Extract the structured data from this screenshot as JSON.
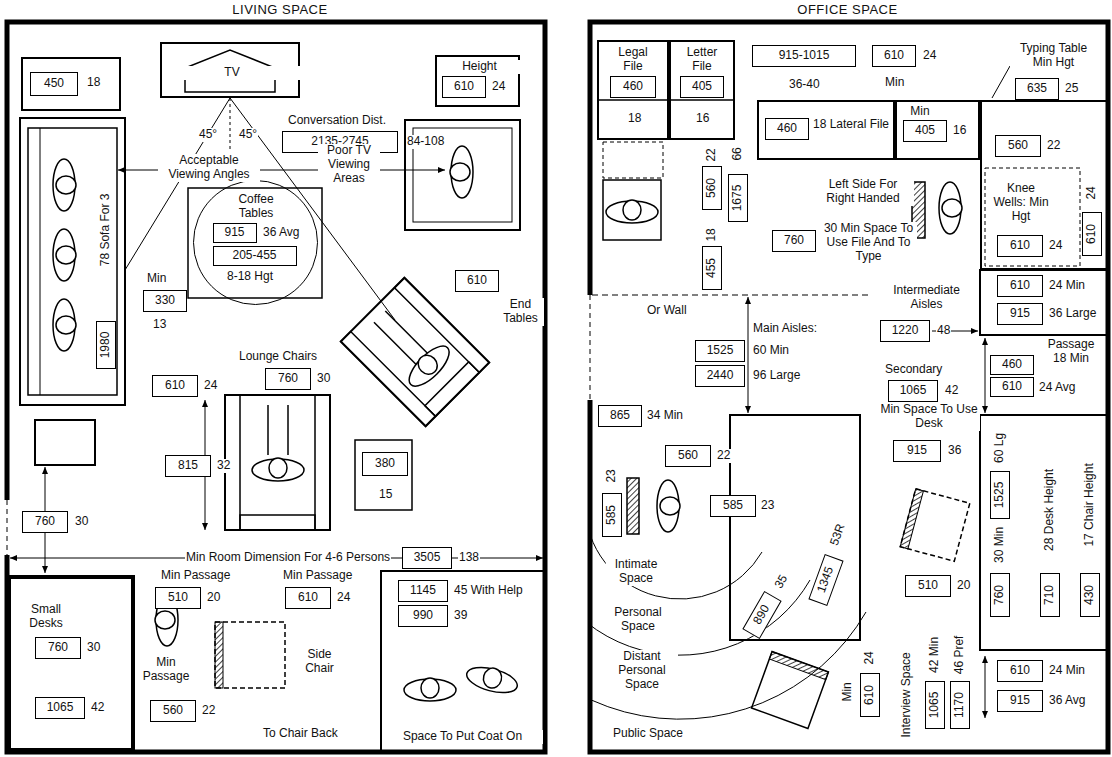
{
  "diagram": {
    "nodes": [
      {
        "text": [
          "LIVING SPACE"
        ]
      },
      {
        "text": [
          "TV"
        ],
        "in": 0
      },
      {
        "text": [
          "450"
        ],
        "in": 0
      },
      {
        "text": [
          "Height"
        ],
        "in": 0
      },
      {
        "text": [
          "610"
        ],
        "in": 3
      },
      {
        "text": [
          "2135-2745"
        ],
        "in": 0
      },
      {
        "text": [
          "Coffee Tables"
        ],
        "in": 0
      },
      {
        "text": [
          "915"
        ],
        "in": 6
      },
      {
        "text": [
          "205-455"
        ],
        "in": 6
      },
      {
        "text": [
          "1980"
        ],
        "in": 0
      },
      {
        "text": [
          "330"
        ],
        "in": 0
      },
      {
        "text": [
          "610"
        ],
        "in": 0
      },
      {
        "text": [
          "610"
        ],
        "in": 0
      },
      {
        "text": [
          "760"
        ],
        "in": 0
      },
      {
        "text": [
          "815"
        ],
        "in": 0
      },
      {
        "text": [
          "380"
        ],
        "in": 0
      },
      {
        "text": [
          "760"
        ],
        "in": 0
      },
      {
        "text": [
          "3505"
        ],
        "in": 0
      },
      {
        "text": [
          "Small Desks"
        ],
        "in": 0
      },
      {
        "text": [
          "760"
        ],
        "in": 18
      },
      {
        "text": [
          "1065"
        ],
        "in": 18
      },
      {
        "text": [
          "510"
        ],
        "in": 0
      },
      {
        "text": [
          "610"
        ],
        "in": 0
      },
      {
        "text": [
          "Space To Put Coat On"
        ],
        "in": 0
      },
      {
        "text": [
          "1145"
        ],
        "in": 23
      },
      {
        "text": [
          "990"
        ],
        "in": 23
      },
      {
        "text": [
          "560"
        ],
        "in": 0
      },
      {
        "text": [
          "OFFICE SPACE"
        ]
      },
      {
        "text": [
          "Legal File"
        ],
        "in": 27
      },
      {
        "text": [
          "460"
        ],
        "in": 28
      },
      {
        "text": [
          "Letter File"
        ],
        "in": 27
      },
      {
        "text": [
          "405"
        ],
        "in": 30
      },
      {
        "text": [
          "915-1015"
        ],
        "in": 27
      },
      {
        "text": [
          "610"
        ],
        "in": 27
      },
      {
        "text": [
          "635"
        ],
        "in": 27
      },
      {
        "text": [
          "18 Lateral File"
        ],
        "in": 27
      },
      {
        "text": [
          "460"
        ],
        "in": 35
      },
      {
        "text": [
          "Min"
        ],
        "in": 27
      },
      {
        "text": [
          "405"
        ],
        "in": 37
      },
      {
        "text": [
          "Knee Wells: Min Hgt"
        ],
        "in": 27
      },
      {
        "text": [
          "560"
        ],
        "in": 39
      },
      {
        "text": [
          "610"
        ],
        "in": 39
      },
      {
        "text": [
          "610"
        ],
        "in": 39
      },
      {
        "text": [
          "560"
        ],
        "in": 27
      },
      {
        "text": [
          "1675"
        ],
        "in": 27
      },
      {
        "text": [
          "455"
        ],
        "in": 27
      },
      {
        "text": [
          "760"
        ],
        "in": 27
      },
      {
        "text": [
          "610"
        ],
        "in": 27
      },
      {
        "text": [
          "915"
        ],
        "in": 27
      },
      {
        "text": [
          "1220"
        ],
        "in": 27
      },
      {
        "text": [
          "1525"
        ],
        "in": 27
      },
      {
        "text": [
          "2440"
        ],
        "in": 27
      },
      {
        "text": [
          "1065"
        ],
        "in": 27
      },
      {
        "text": [
          "460"
        ],
        "in": 27
      },
      {
        "text": [
          "610"
        ],
        "in": 27
      },
      {
        "text": [
          "865"
        ],
        "in": 27
      },
      {
        "text": [
          "915"
        ],
        "in": 27
      },
      {
        "text": [
          "560"
        ],
        "in": 27
      },
      {
        "text": [
          "585"
        ],
        "in": 27
      },
      {
        "text": [
          "585"
        ],
        "in": 27
      },
      {
        "text": [
          "890"
        ],
        "in": 27
      },
      {
        "text": [
          "1345"
        ],
        "in": 27
      },
      {
        "text": [
          "1525"
        ],
        "in": 27
      },
      {
        "text": [
          "760"
        ],
        "in": 27
      },
      {
        "text": [
          "710"
        ],
        "in": 27
      },
      {
        "text": [
          "430"
        ],
        "in": 27
      },
      {
        "text": [
          "510"
        ],
        "in": 27
      },
      {
        "text": [
          "610"
        ],
        "in": 27
      },
      {
        "text": [
          "1065"
        ],
        "in": 27
      },
      {
        "text": [
          "1170"
        ],
        "in": 27
      },
      {
        "text": [
          "610"
        ],
        "in": 27
      },
      {
        "text": [
          "915"
        ],
        "in": 27
      }
    ],
    "labels": [
      "18",
      "24",
      "Conversation Dist.",
      "84-108",
      "45°",
      "45°",
      "Acceptable Viewing Angles",
      "Poor TV Viewing Areas",
      "36 Avg",
      "8-18 Hgt",
      "78 Sofa For 3",
      "Min",
      "13",
      "End Tables",
      "Lounge Chairs",
      "24",
      "30",
      "32",
      "15",
      "30",
      "Min Room Dimension For 4-6 Persons",
      "138",
      "Min Passage",
      "20",
      "Min Passage",
      "24",
      "45 With Help",
      "39",
      "30",
      "42",
      "Min Passage",
      "Side Chair",
      "22",
      "To Chair Back",
      "18",
      "16",
      "36-40",
      "24",
      "Min",
      "Typing Table Min Hgt",
      "25",
      "22",
      "66",
      "18",
      "16",
      "Left Side For Right Handed",
      "30 Min Space To Use File And To Type",
      "Intermediate Aisles",
      "48",
      "22",
      "24",
      "24",
      "24 Min",
      "36 Large",
      "Or Wall",
      "Main Aisles:",
      "60 Min",
      "96 Large",
      "Secondary",
      "42",
      "Passage 18 Min",
      "24 Avg",
      "34 Min",
      "Min Space To Use Desk",
      "36",
      "22",
      "23",
      "23",
      "35",
      "53R",
      "Intimate Space",
      "Personal Space",
      "Distant Personal Space",
      "Public Space",
      "60 Lg",
      "30 Min",
      "28 Desk Height",
      "17 Chair Height",
      "20",
      "24",
      "Min",
      "Interview Space",
      "42 Min",
      "46 Pref",
      "24 Min",
      "36 Avg"
    ]
  }
}
